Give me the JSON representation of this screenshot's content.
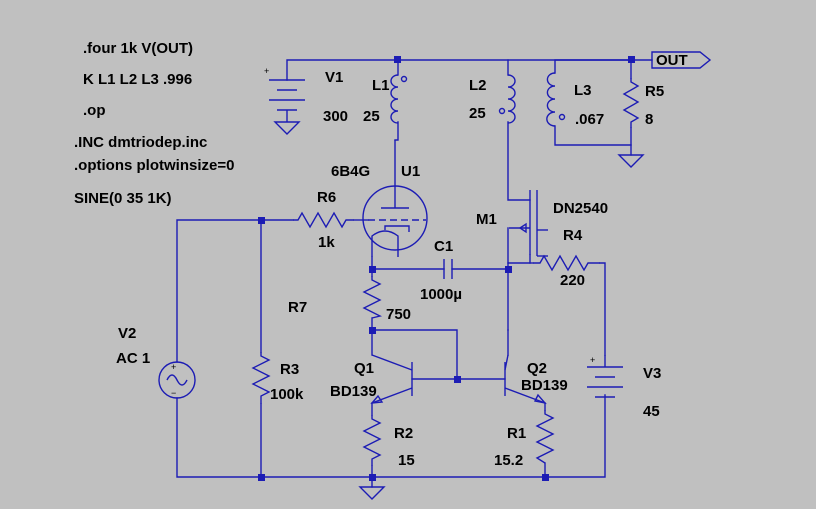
{
  "directives": [
    ".four 1k V(OUT)",
    "K L1 L2 L3 .996",
    ".op",
    ".INC dmtriodep.inc",
    ".options plotwinsize=0",
    "SINE(0 35 1K)"
  ],
  "components": {
    "V1": {
      "ref": "V1",
      "value": "300"
    },
    "L1": {
      "ref": "L1",
      "value": "25"
    },
    "L2": {
      "ref": "L2",
      "value": "25"
    },
    "L3": {
      "ref": "L3",
      "value": ".067"
    },
    "R5": {
      "ref": "R5",
      "value": "8"
    },
    "U1": {
      "ref": "U1",
      "model": "6B4G"
    },
    "R6": {
      "ref": "R6",
      "value": "1k"
    },
    "M1": {
      "ref": "M1",
      "model": "DN2540"
    },
    "R4": {
      "ref": "R4",
      "value": "220"
    },
    "C1": {
      "ref": "C1",
      "value": "1000µ"
    },
    "R7": {
      "ref": "R7",
      "value": "750"
    },
    "V2": {
      "ref": "V2",
      "value": "AC 1"
    },
    "R3": {
      "ref": "R3",
      "value": "100k"
    },
    "Q1": {
      "ref": "Q1",
      "model": "BD139"
    },
    "Q2": {
      "ref": "Q2",
      "model": "BD139"
    },
    "R2": {
      "ref": "R2",
      "value": "15"
    },
    "R1": {
      "ref": "R1",
      "value": "15.2"
    },
    "V3": {
      "ref": "V3",
      "value": "45"
    }
  },
  "net_label": "OUT",
  "polarity": {
    "plus": "+",
    "minus": "−"
  },
  "colors": {
    "background": "#c0c0c0",
    "wire": "#1c1cb4",
    "text": "#000000"
  }
}
